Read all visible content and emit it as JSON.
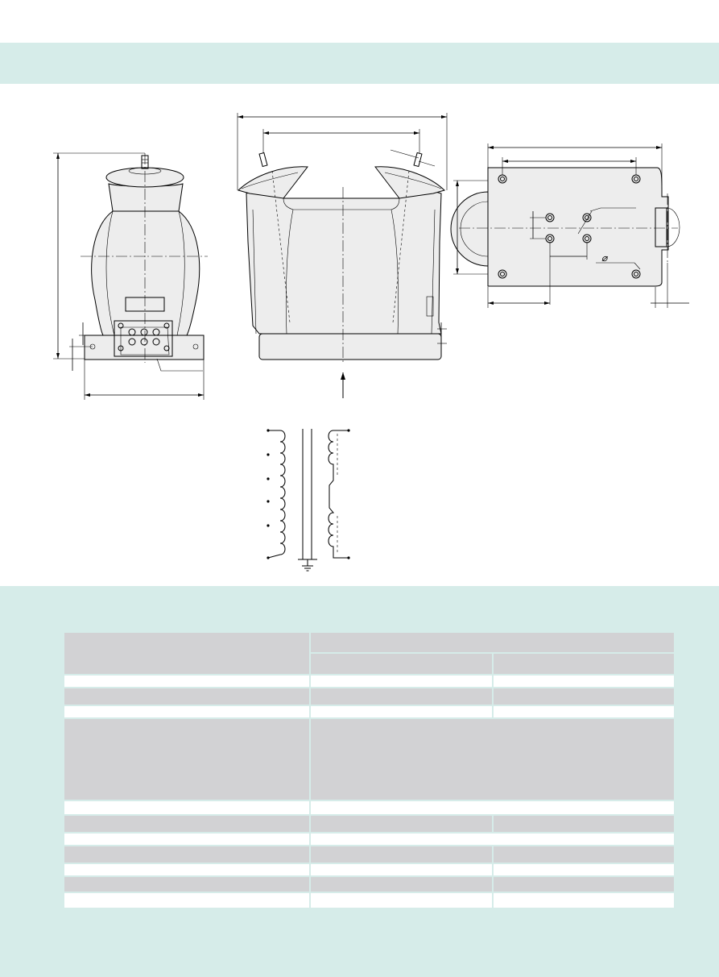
{
  "colors": {
    "band": "#d6ece9",
    "table_dark": "#d2d2d4",
    "table_light": "#ffffff",
    "drawing_fill": "#ededed"
  },
  "drawings": {
    "views": [
      "front-view",
      "side-view",
      "top-view"
    ],
    "diameter_symbol": "⌀",
    "schematic": "transformer-winding-diagram"
  },
  "spec_table": {
    "header_rows": 2,
    "body_rows": 11,
    "columns": 3,
    "cells": []
  }
}
